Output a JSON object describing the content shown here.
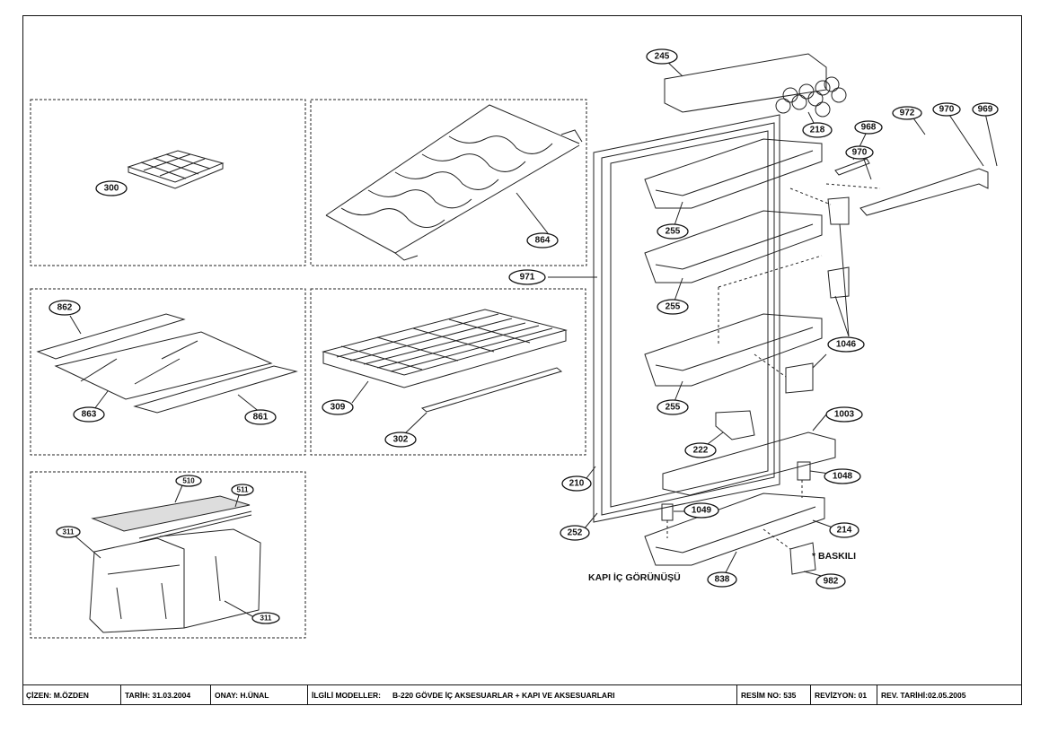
{
  "labels": {
    "p300": "300",
    "p864": "864",
    "p862": "862",
    "p863": "863",
    "p861": "861",
    "p309": "309",
    "p302": "302",
    "p510": "510",
    "p511": "511",
    "p311a": "311",
    "p311b": "311",
    "p245": "245",
    "p218": "218",
    "p968": "968",
    "p972": "972",
    "p970a": "970",
    "p969": "969",
    "p970b": "970",
    "p255a": "255",
    "p255b": "255",
    "p255c": "255",
    "p971": "971",
    "p1046": "1046",
    "p1003": "1003",
    "p222": "222",
    "p1048": "1048",
    "p210": "210",
    "p1049": "1049",
    "p214": "214",
    "p252": "252",
    "p838": "838",
    "p982": "982"
  },
  "captions": {
    "door_view": "KAPI İÇ GÖRÜNÜŞÜ",
    "printed": "* BASKILI"
  },
  "title_block": {
    "drawn_by": "ÇİZEN: M.ÖZDEN",
    "date": "TARİH: 31.03.2004",
    "approved": "ONAY: H.ÜNAL",
    "models_label": "İLGİLİ MODELLER:",
    "description": "B-220 GÖVDE İÇ AKSESUARLAR + KAPI VE AKSESUARLARI",
    "drawing_no": "RESİM NO: 535",
    "revision": "REVİZYON: 01",
    "rev_date": "REV. TARİHİ:02.05.2005"
  }
}
